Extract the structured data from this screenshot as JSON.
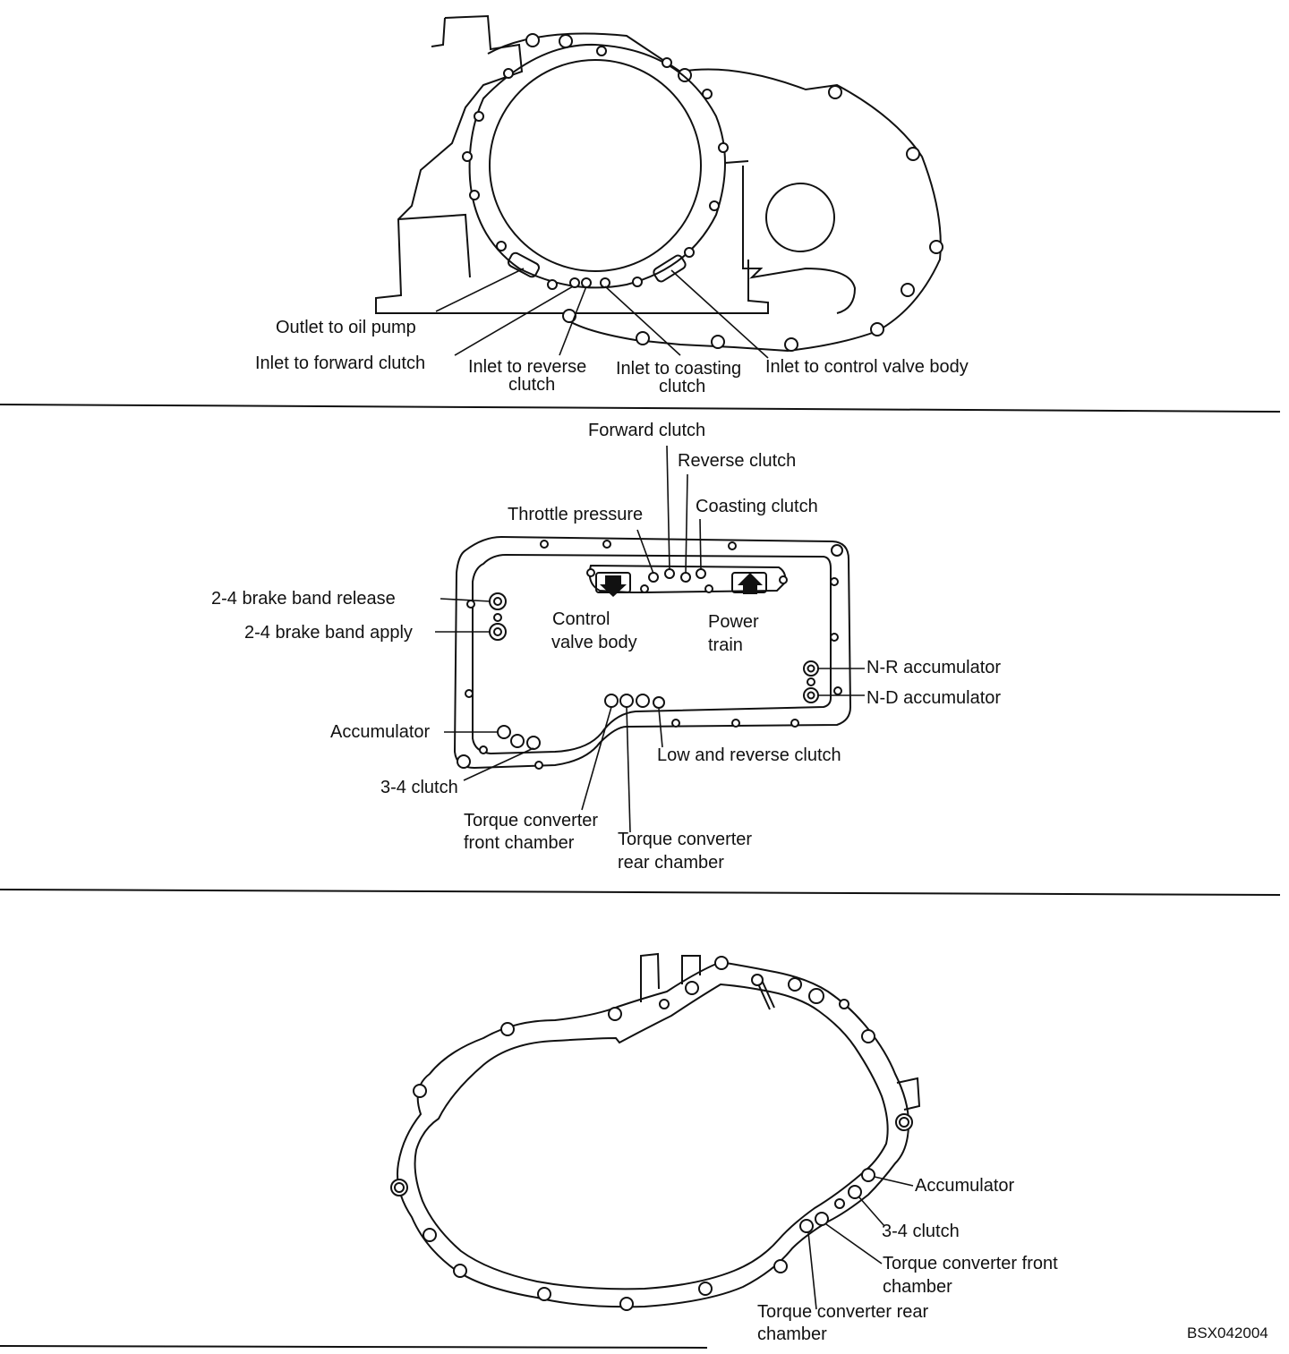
{
  "colors": {
    "ink": "#111111",
    "paper": "#ffffff"
  },
  "top": {
    "labels": {
      "outlet_oil_pump": "Outlet to oil pump",
      "inlet_forward_clutch": "Inlet to forward clutch",
      "inlet_reverse_clutch_1": "Inlet to reverse",
      "inlet_reverse_clutch_2": "clutch",
      "inlet_coasting_clutch_1": "Inlet to coasting",
      "inlet_coasting_clutch_2": "clutch",
      "inlet_control_valve_body": "Inlet to control valve body"
    }
  },
  "middle": {
    "labels": {
      "forward_clutch": "Forward clutch",
      "reverse_clutch": "Reverse clutch",
      "coasting_clutch": "Coasting clutch",
      "throttle_pressure": "Throttle pressure",
      "brake_band_release": "2-4 brake band release",
      "brake_band_apply": "2-4 brake band apply",
      "control_valve_body_1": "Control",
      "control_valve_body_2": "valve body",
      "power_train_1": "Power",
      "power_train_2": "train",
      "nr_accumulator": "N-R accumulator",
      "nd_accumulator": "N-D accumulator",
      "accumulator": "Accumulator",
      "low_reverse_clutch": "Low and reverse clutch",
      "clutch_34": "3-4 clutch",
      "tc_front_1": "Torque converter",
      "tc_front_2": "front chamber",
      "tc_rear_1": "Torque converter",
      "tc_rear_2": "rear chamber"
    }
  },
  "bottom": {
    "labels": {
      "accumulator": "Accumulator",
      "clutch_34": "3-4 clutch",
      "tc_front_1": "Torque converter front",
      "tc_front_2": "chamber",
      "tc_rear_1": "Torque converter rear",
      "tc_rear_2": "chamber"
    }
  },
  "figure_code": "BSX042004"
}
